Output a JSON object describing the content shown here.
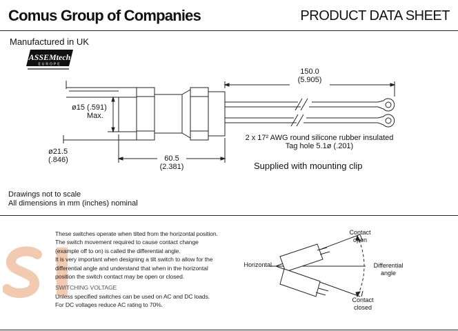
{
  "header": {
    "company": "Comus Group of Companies",
    "sheet_title": "PRODUCT DATA SHEET"
  },
  "manufacturer": {
    "made_in": "Manufactured in UK",
    "logo_main": "ASSEMtech",
    "logo_sub": "EUROPE"
  },
  "drawing": {
    "length_mm": "150.0",
    "length_in": "(5.905)",
    "dia15_mm": "ø15",
    "dia15_in": "(.591)",
    "dia15_note": "Max.",
    "dia21_mm": "ø21.5",
    "dia21_in": "(.846)",
    "body_mm": "60.5",
    "body_in": "(2.381)",
    "wire_line1": "2 x 17² AWG round silicone rubber insulated",
    "wire_line2": "Tag hole 5.1ø (.201)",
    "clip": "Supplied with mounting clip",
    "note1": "Drawings not to scale",
    "note2": "All dimensions in mm (inches) nominal"
  },
  "description": {
    "para1": "These switches operate when tilted from the horizontal position.",
    "para2": "The switch movement required to cause contact change (example off to on) is called the differential angle.",
    "para3": "It is very important when designing a tilt switch to allow for the differential angle and understand that when in the horizontal position the switch contact may be open or closed.",
    "heading": "SWITCHING VOLTAGE",
    "para4": "Unless specified switches can be used on AC and DC loads. For DC voltages reduce AC rating to 70%."
  },
  "angle_diagram": {
    "horizontal": "Horizontal",
    "contact_open_1": "Contact",
    "contact_open_2": "open",
    "differential_1": "Differential",
    "differential_2": "angle",
    "contact_closed_1": "Contact",
    "contact_closed_2": "closed"
  },
  "colors": {
    "watermark": "#e8a070"
  }
}
